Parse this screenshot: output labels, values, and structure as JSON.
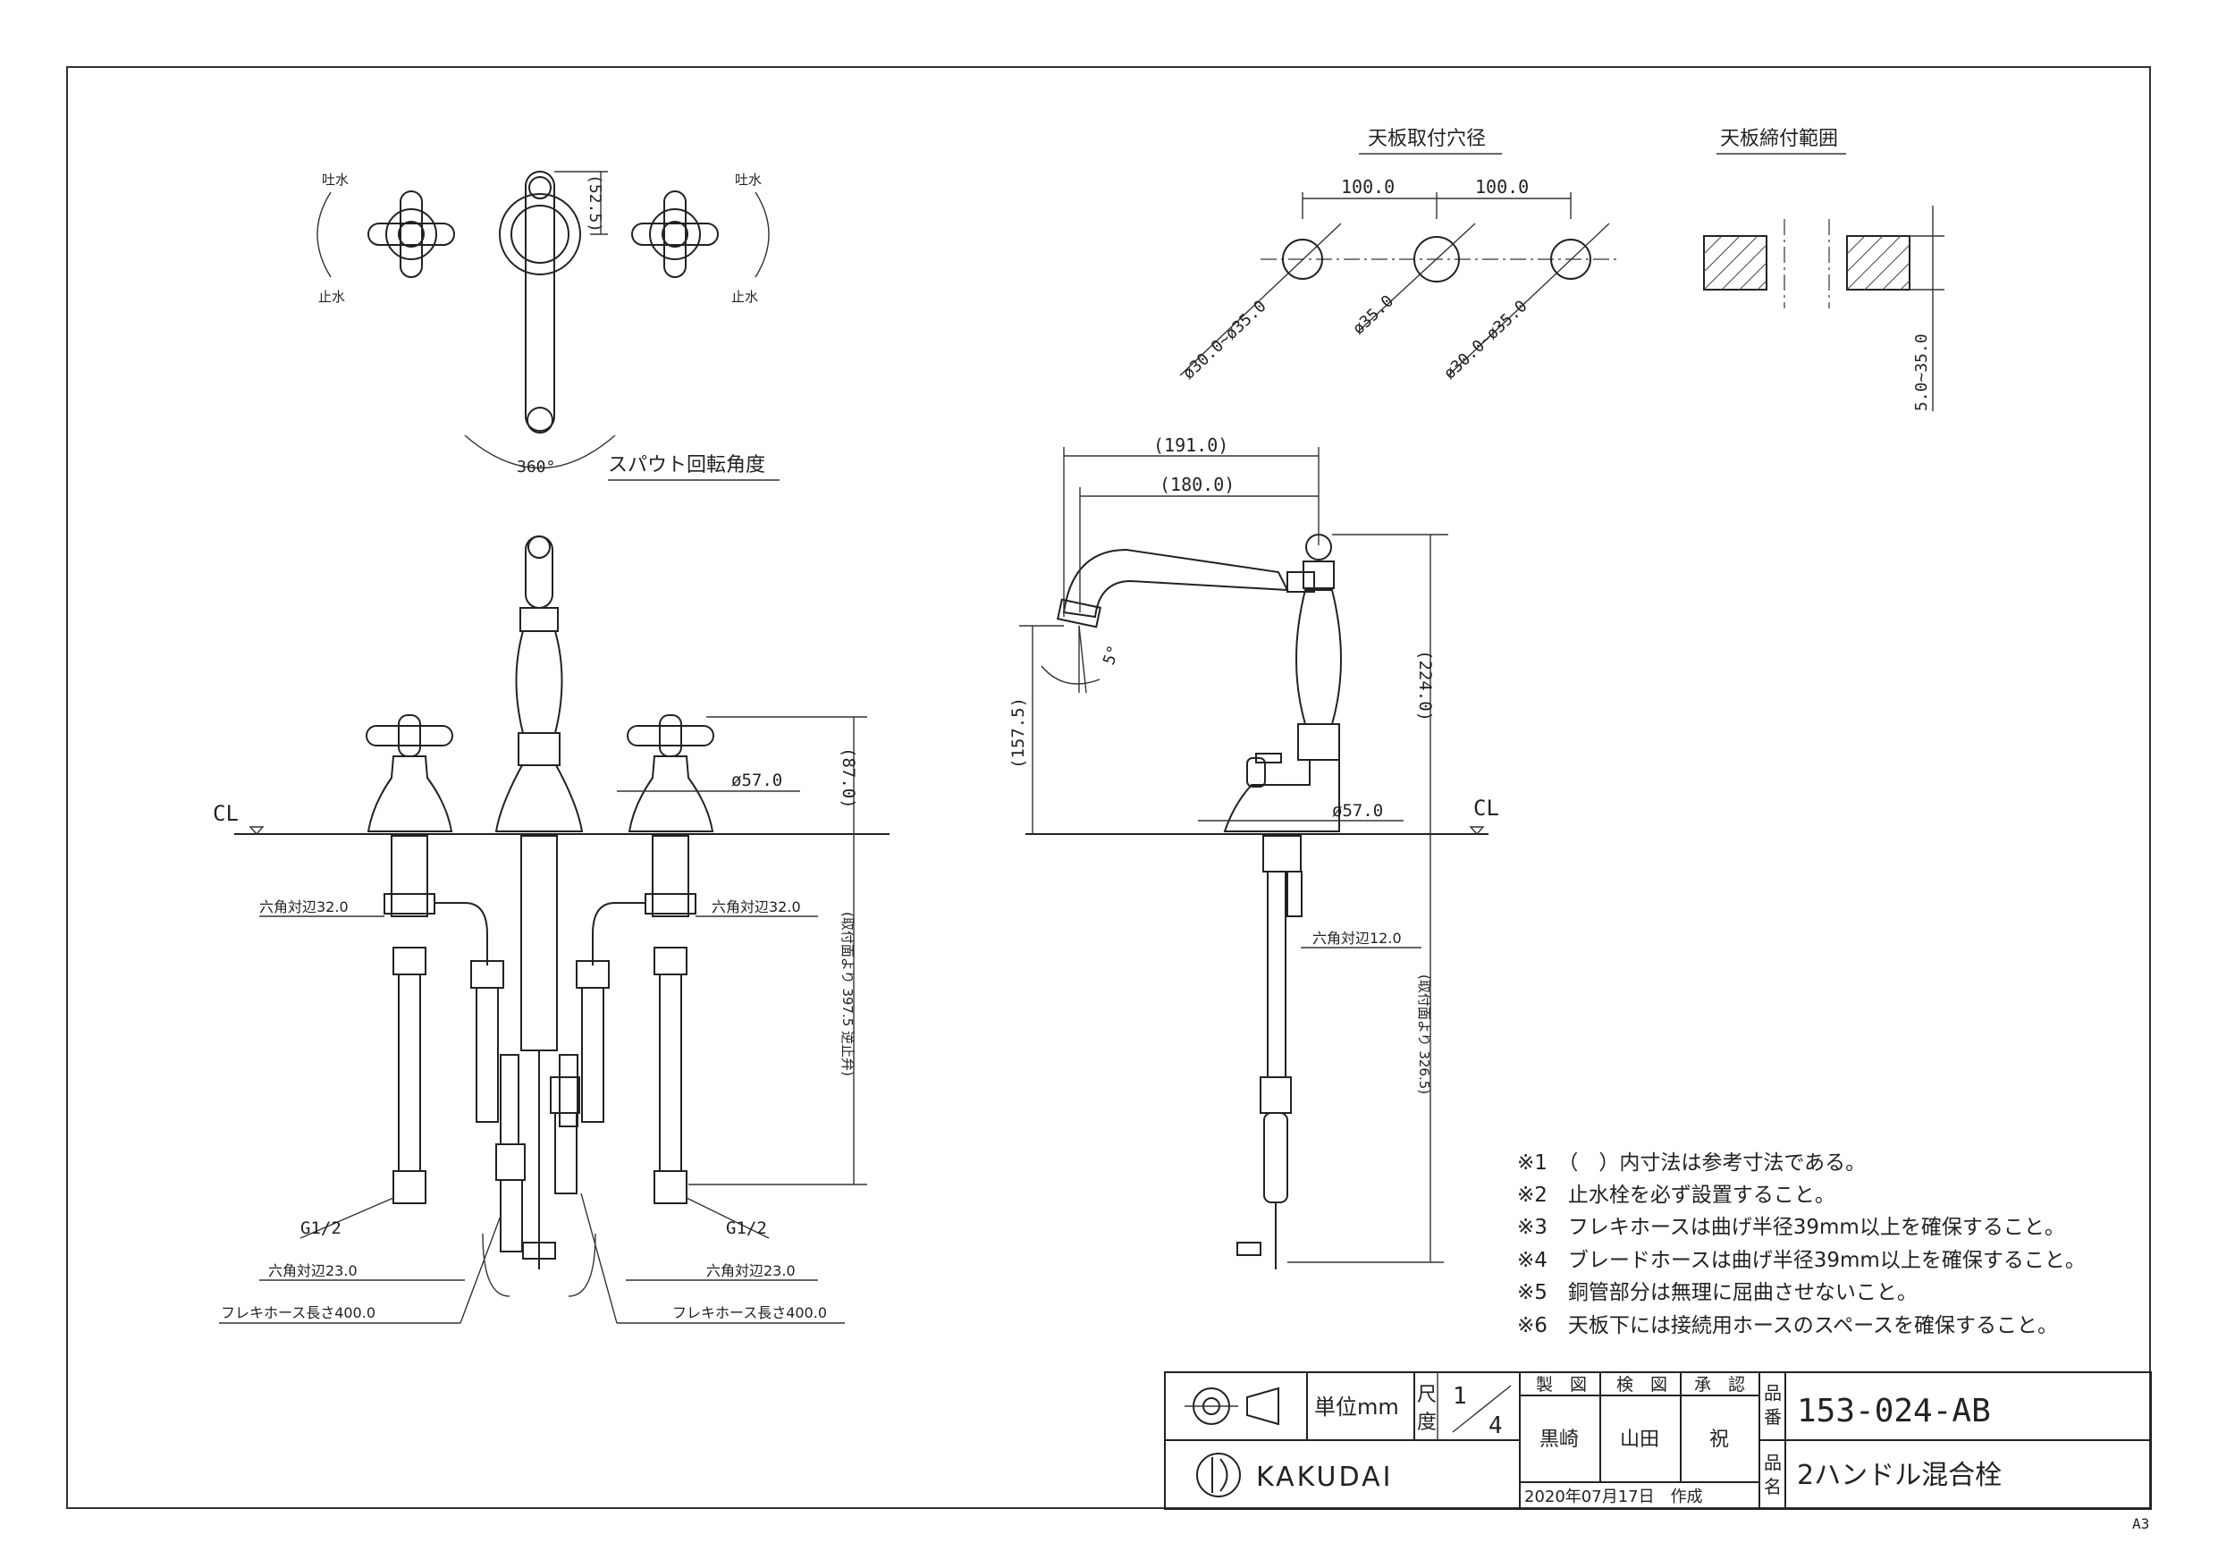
{
  "top_view": {
    "handle_left_top": "吐水",
    "handle_left_bottom": "止水",
    "handle_right_top": "吐水",
    "handle_right_bottom": "止水",
    "spout_dim": "(52.5)",
    "rotation": "360°",
    "rotation_label": "スパウト回転角度"
  },
  "hole_section": {
    "title": "天板取付穴径",
    "pitch_left": "100.0",
    "pitch_right": "100.0",
    "dia_left": "ø30.0~ø35.0",
    "dia_center": "ø35.0",
    "dia_right": "ø30.0~ø35.0"
  },
  "thickness_section": {
    "title": "天板締付範囲",
    "range": "5.0~35.0"
  },
  "front_view": {
    "cl": "CL",
    "base_dia": "ø57.0",
    "height": "(87.0)",
    "hex_left": "六角対辺32.0",
    "hex_right": "六角対辺32.0",
    "length": "(取付面より 397.5 逆止弁)",
    "thread_left": "G1/2",
    "thread_right": "G1/2",
    "hex23_left": "六角対辺23.0",
    "hex23_right": "六角対辺23.0",
    "hose_left": "フレキホース長さ400.0",
    "hose_right": "フレキホース長さ400.0"
  },
  "side_view": {
    "reach_outer": "(191.0)",
    "reach_inner": "(180.0)",
    "spout_height": "(157.5)",
    "total_height": "(224.0)",
    "angle": "5°",
    "base_dia": "ø57.0",
    "cl": "CL",
    "hex12": "六角対辺12.0",
    "length": "(取付面より 326.5)"
  },
  "notes": [
    "※1　（　）内寸法は参考寸法である。",
    "※2　止水栓を必ず設置すること。",
    "※3　フレキホースは曲げ半径39mm以上を確保すること。",
    "※4　ブレードホースは曲げ半径39mm以上を確保すること。",
    "※5　銅管部分は無理に屈曲させないこと。",
    "※6　天板下には接続用ホースのスペースを確保すること。"
  ],
  "title_block": {
    "unit": "単位mm",
    "scale_label_1": "尺",
    "scale_label_2": "度",
    "scale_num": "1",
    "scale_den": "4",
    "col_draw": "製　図",
    "col_check": "検　図",
    "col_approve": "承　認",
    "name_draw": "黒崎",
    "name_check": "山田",
    "name_approve": "祝",
    "date": "2020年07月17日　作成",
    "part_no_label_1": "品",
    "part_no_label_2": "番",
    "part_no": "153-024-AB",
    "part_name_label_1": "品",
    "part_name_label_2": "名",
    "part_name": "2ハンドル混合栓",
    "brand": "KAKUDAI"
  },
  "sheet_size": "A3"
}
